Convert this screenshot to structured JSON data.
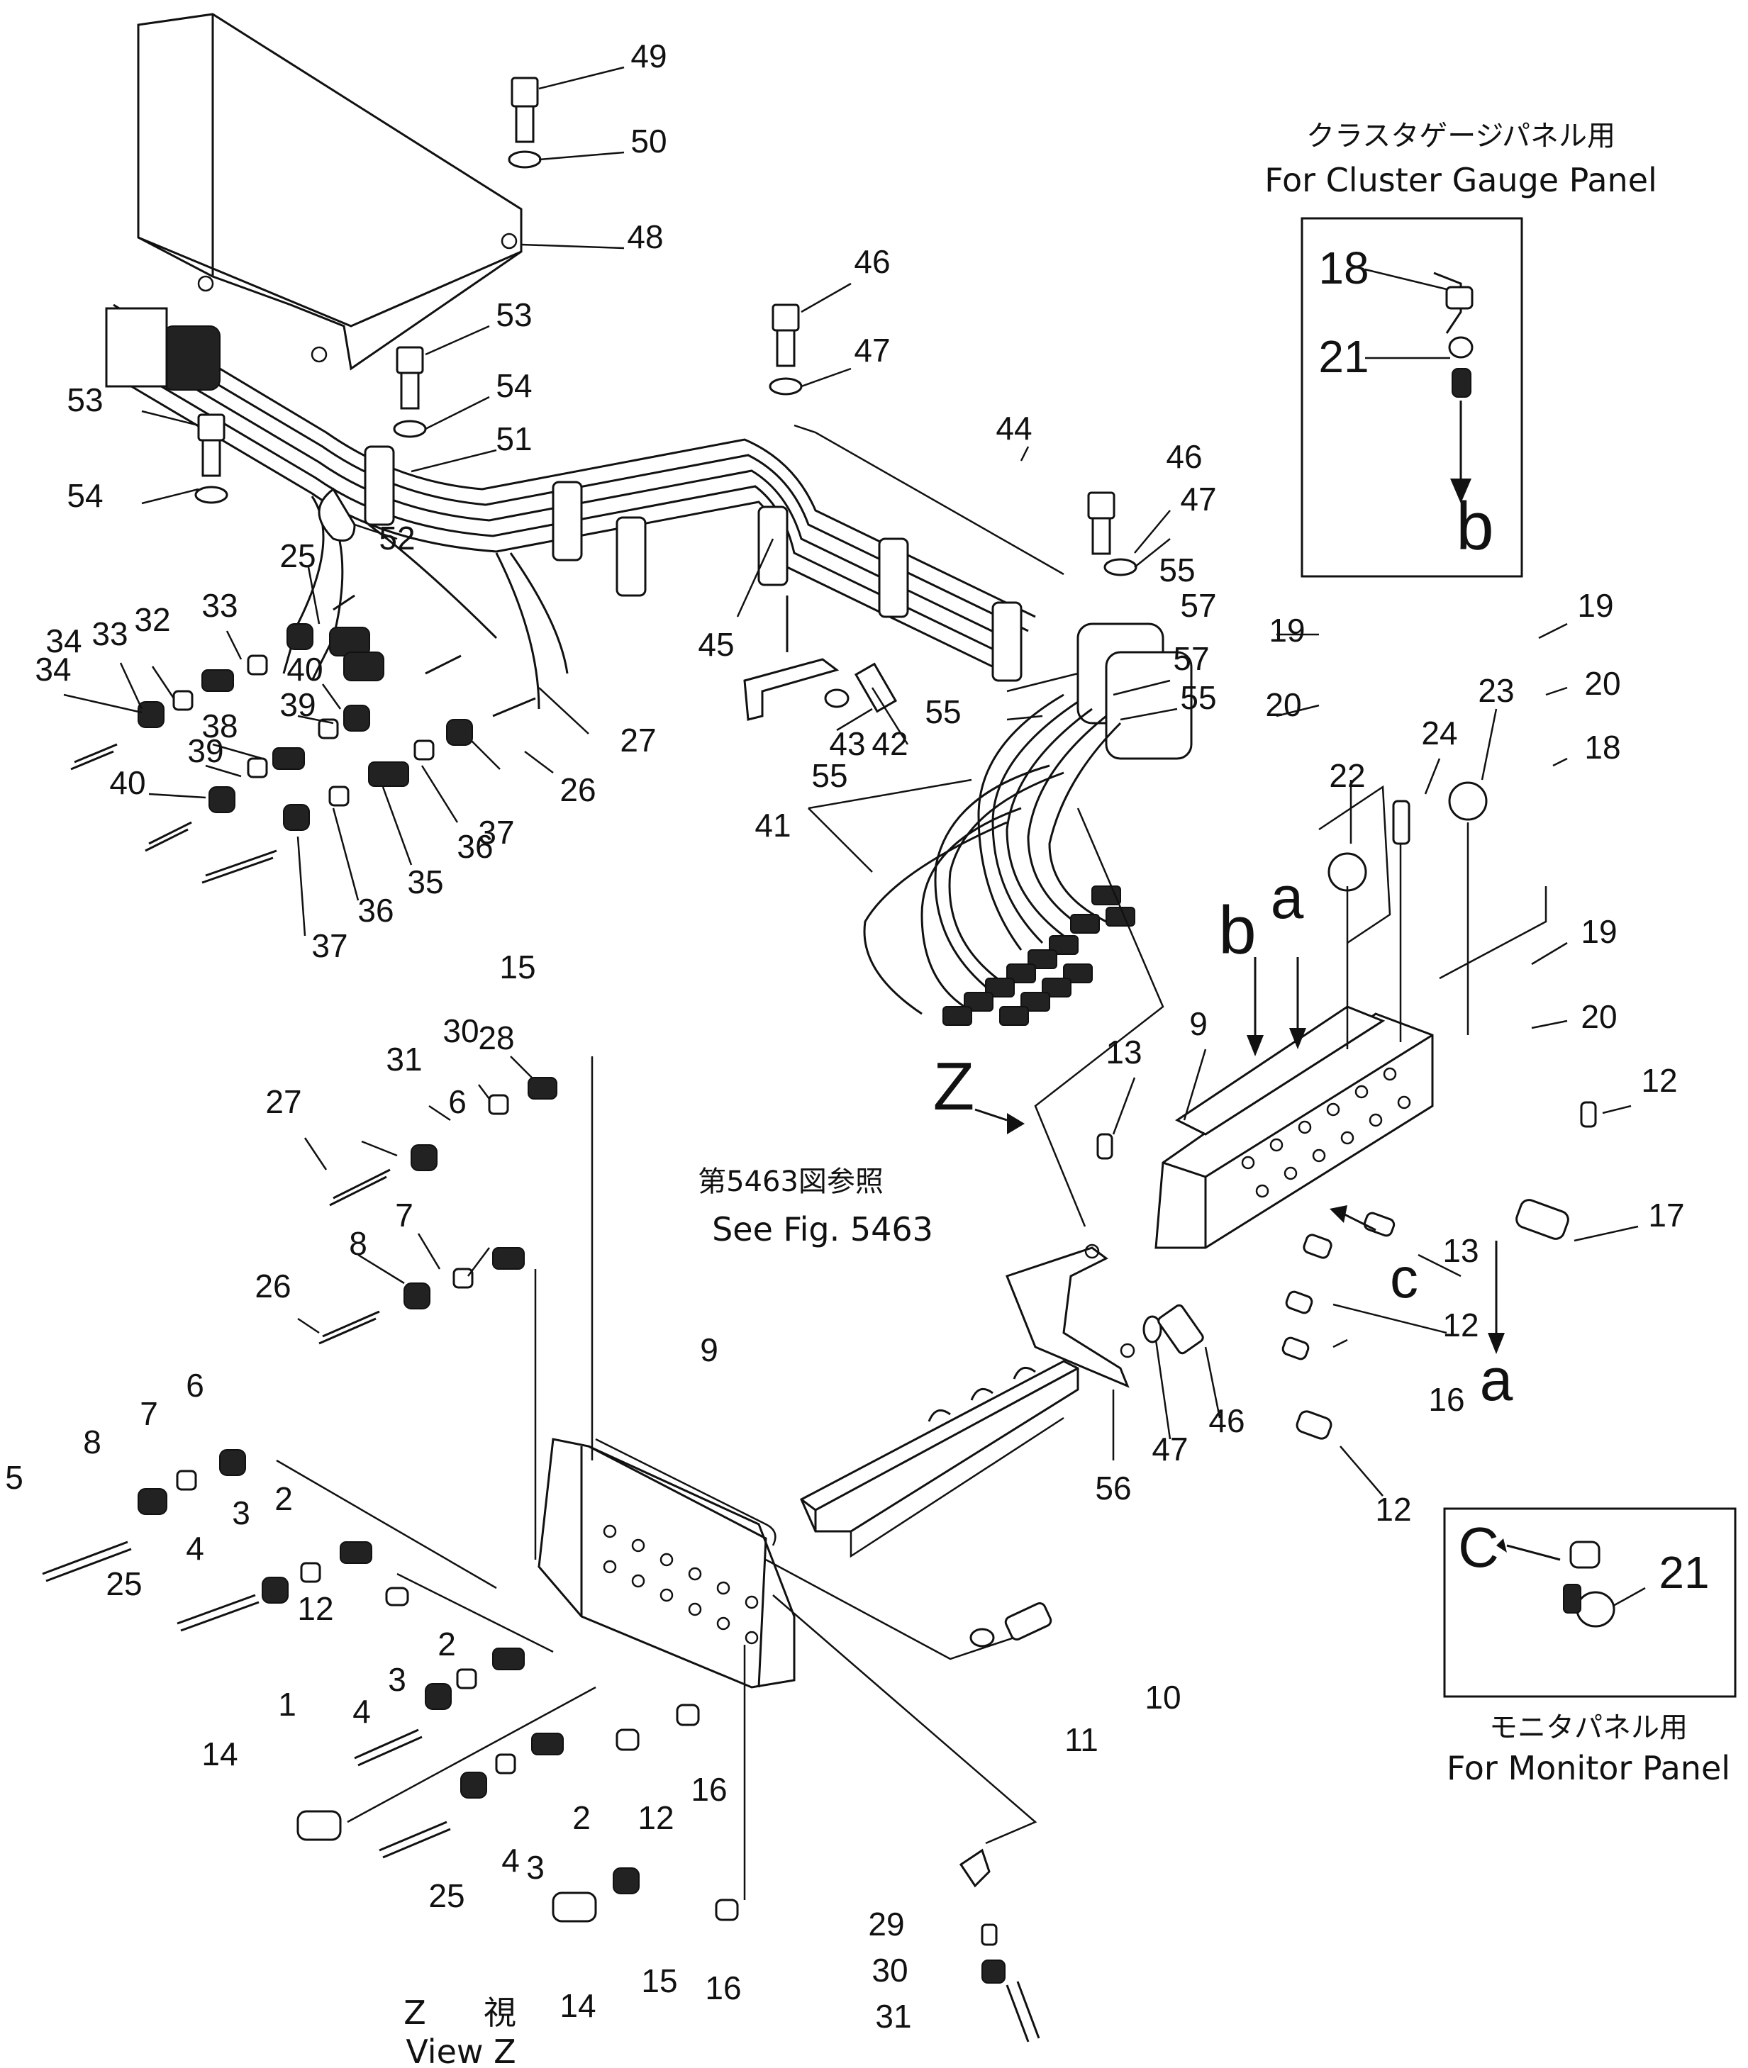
{
  "insets": {
    "cluster": {
      "title_jp": "クラスタゲージパネル用",
      "title_en": "For Cluster Gauge Panel",
      "callouts": [
        "18",
        "21"
      ],
      "arrow_label": "b"
    },
    "monitor": {
      "title_jp": "モニタパネル用",
      "title_en": "For Monitor Panel",
      "callouts": [
        "21"
      ],
      "arrow_label": "C"
    }
  },
  "reference": {
    "jp": "第5463図参照",
    "en": "See Fig. 5463"
  },
  "view": {
    "jp_letter": "Z",
    "jp_kanji": "視",
    "en": "View  Z",
    "arrow_label": "Z"
  },
  "detail_marks": {
    "a": "a",
    "b": "b",
    "c": "c",
    "a2": "a",
    "b2": "b",
    "c2": "C"
  },
  "callouts": [
    "49",
    "50",
    "48",
    "53",
    "54",
    "51",
    "52",
    "53",
    "54",
    "46",
    "47",
    "44",
    "45",
    "41",
    "43",
    "42",
    "46",
    "47",
    "55",
    "57",
    "55",
    "57",
    "55",
    "55",
    "19",
    "20",
    "22",
    "24",
    "23",
    "19",
    "20",
    "18",
    "19",
    "20",
    "12",
    "17",
    "13",
    "9",
    "13",
    "12",
    "16",
    "12",
    "56",
    "47",
    "46",
    "34",
    "25",
    "33",
    "32",
    "33",
    "34",
    "40",
    "38",
    "39",
    "40",
    "39",
    "37",
    "36",
    "35",
    "36",
    "37",
    "27",
    "26",
    "15",
    "28",
    "30",
    "31",
    "27",
    "6",
    "7",
    "8",
    "26",
    "9",
    "6",
    "7",
    "8",
    "5",
    "2",
    "3",
    "4",
    "25",
    "12",
    "2",
    "3",
    "4",
    "1",
    "14",
    "2",
    "3",
    "4",
    "25",
    "12",
    "16",
    "10",
    "11",
    "29",
    "30",
    "31",
    "14",
    "15",
    "16"
  ]
}
